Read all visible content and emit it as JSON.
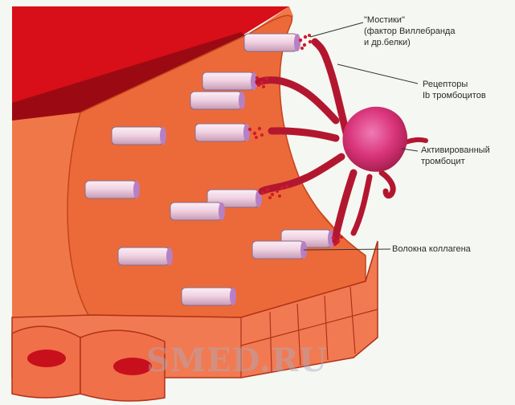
{
  "labels": {
    "bridges_line1": "\"Мостики\"",
    "bridges_line2": "(фактор Виллебранда",
    "bridges_line3": "и др.белки)",
    "receptors_line1": "Рецепторы",
    "receptors_line2": "Ib тромбоцитов",
    "platelet_line1": "Активированный",
    "platelet_line2": "тромбоцит",
    "collagen": "Волокна коллагена"
  },
  "watermark": "SMED.RU",
  "colors": {
    "vessel_red": "#d80e18",
    "vessel_dark": "#9b0a12",
    "tissue_orange": "#f07848",
    "tissue_inner": "#ec6a3a",
    "cell_fill": "#f0704a",
    "nucleus": "#c8101c",
    "fiber": "#f3dce9",
    "fiber_cap": "#b77fc4",
    "platelet": "#d9347a",
    "receptor": "#b31730"
  }
}
